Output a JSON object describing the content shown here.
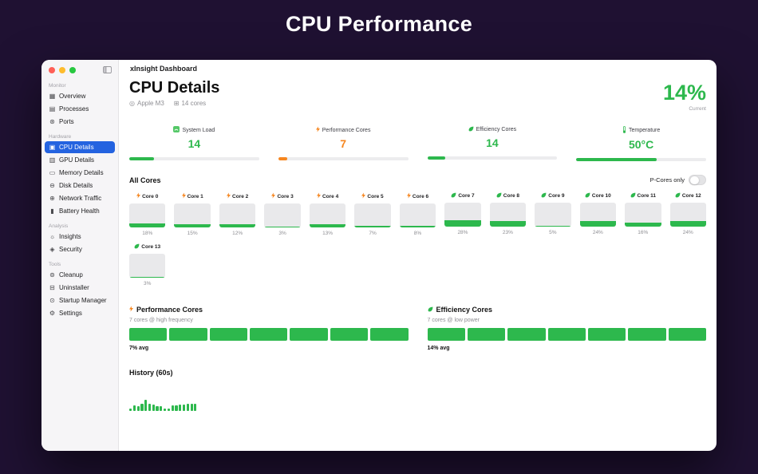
{
  "page": {
    "title": "CPU Performance"
  },
  "colors": {
    "green": "#2db84d",
    "orange": "#f6861f",
    "selection_blue": "#2463e0",
    "background": "#1f1132"
  },
  "window": {
    "titlebar": {
      "app_title": "xInsight Dashboard"
    },
    "sidebar": {
      "sections": [
        {
          "label": "Monitor",
          "items": [
            {
              "label": "Overview",
              "icon": "grid",
              "selected": false
            },
            {
              "label": "Processes",
              "icon": "processes",
              "selected": false
            },
            {
              "label": "Ports",
              "icon": "ports",
              "selected": false
            }
          ]
        },
        {
          "label": "Hardware",
          "items": [
            {
              "label": "CPU Details",
              "icon": "cpu",
              "selected": true
            },
            {
              "label": "GPU Details",
              "icon": "gpu",
              "selected": false
            },
            {
              "label": "Memory Details",
              "icon": "memory",
              "selected": false
            },
            {
              "label": "Disk Details",
              "icon": "disk",
              "selected": false
            },
            {
              "label": "Network Traffic",
              "icon": "network",
              "selected": false
            },
            {
              "label": "Battery Health",
              "icon": "battery",
              "selected": false
            }
          ]
        },
        {
          "label": "Analysis",
          "items": [
            {
              "label": "Insights",
              "icon": "insights",
              "selected": false
            },
            {
              "label": "Security",
              "icon": "security",
              "selected": false
            }
          ]
        },
        {
          "label": "Tools",
          "items": [
            {
              "label": "Cleanup",
              "icon": "cleanup",
              "selected": false
            },
            {
              "label": "Uninstaller",
              "icon": "uninstaller",
              "selected": false
            },
            {
              "label": "Startup Manager",
              "icon": "startup",
              "selected": false
            },
            {
              "label": "Settings",
              "icon": "settings",
              "selected": false
            }
          ]
        }
      ]
    },
    "main": {
      "header": {
        "title": "CPU Details",
        "chip": "Apple M3",
        "cores_label": "14 cores",
        "usage_value": "14%",
        "usage_label": "Current"
      },
      "stats": [
        {
          "label": "System Load",
          "value": "14",
          "color": "#2db84d",
          "icon": "gauge",
          "bar_pct": 19
        },
        {
          "label": "Performance Cores",
          "value": "7",
          "color": "#f6861f",
          "icon": "bolt",
          "bar_pct": 7
        },
        {
          "label": "Efficiency Cores",
          "value": "14",
          "color": "#2db84d",
          "icon": "leaf",
          "bar_pct": 14
        },
        {
          "label": "Temperature",
          "value": "50°C",
          "color": "#2db84d",
          "icon": "thermometer",
          "bar_pct": 62
        }
      ],
      "all_cores": {
        "title": "All Cores",
        "toggle_label": "P-Cores only",
        "toggle_state": "off",
        "cores": [
          {
            "name": "Core 0",
            "type": "p",
            "pct": 18
          },
          {
            "name": "Core 1",
            "type": "p",
            "pct": 15
          },
          {
            "name": "Core 2",
            "type": "p",
            "pct": 12
          },
          {
            "name": "Core 3",
            "type": "p",
            "pct": 3
          },
          {
            "name": "Core 4",
            "type": "p",
            "pct": 13
          },
          {
            "name": "Core 5",
            "type": "p",
            "pct": 7
          },
          {
            "name": "Core 6",
            "type": "p",
            "pct": 8
          },
          {
            "name": "Core 7",
            "type": "e",
            "pct": 28
          },
          {
            "name": "Core 8",
            "type": "e",
            "pct": 23
          },
          {
            "name": "Core 9",
            "type": "e",
            "pct": 5
          },
          {
            "name": "Core 10",
            "type": "e",
            "pct": 24
          },
          {
            "name": "Core 11",
            "type": "e",
            "pct": 16
          },
          {
            "name": "Core 12",
            "type": "e",
            "pct": 24
          },
          {
            "name": "Core 13",
            "type": "e",
            "pct": 3
          }
        ]
      },
      "clusters": [
        {
          "title": "Performance Cores",
          "icon": "bolt",
          "subtitle": "7 cores @ high frequency",
          "avg": "7% avg",
          "blocks": 7
        },
        {
          "title": "Efficiency Cores",
          "icon": "leaf",
          "subtitle": "7 cores @ low power",
          "avg": "14% avg",
          "blocks": 7
        }
      ],
      "history": {
        "title": "History (60s)",
        "max": 20,
        "values": [
          4,
          9,
          7,
          11,
          18,
          11,
          10,
          8,
          8,
          4,
          4,
          9,
          9,
          10,
          10,
          11,
          11,
          11
        ]
      }
    }
  }
}
